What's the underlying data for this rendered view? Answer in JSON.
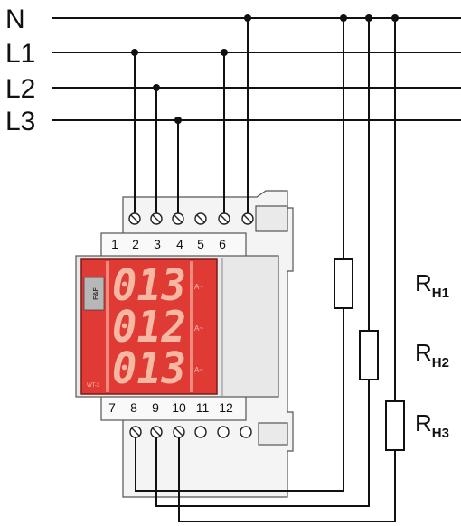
{
  "lines": {
    "n": "N",
    "l1": "L1",
    "l2": "L2",
    "l3": "L3"
  },
  "top_terminals": [
    "1",
    "2",
    "3",
    "4",
    "5",
    "6"
  ],
  "bottom_terminals": [
    "7",
    "8",
    "9",
    "10",
    "11",
    "12"
  ],
  "display": {
    "rows": [
      {
        "value": "013",
        "unit": "A~"
      },
      {
        "value": "012",
        "unit": "A~"
      },
      {
        "value": "013",
        "unit": "A~"
      }
    ],
    "logo": "F&F",
    "model": "WT-3"
  },
  "resistors": [
    {
      "label": "R",
      "sub": "H1"
    },
    {
      "label": "R",
      "sub": "H2"
    },
    {
      "label": "R",
      "sub": "H3"
    }
  ],
  "colors": {
    "display_red": "#e03a35",
    "display_digit": "#f6b8a2",
    "wire": "#111111",
    "housing": "#f4f4f4"
  }
}
